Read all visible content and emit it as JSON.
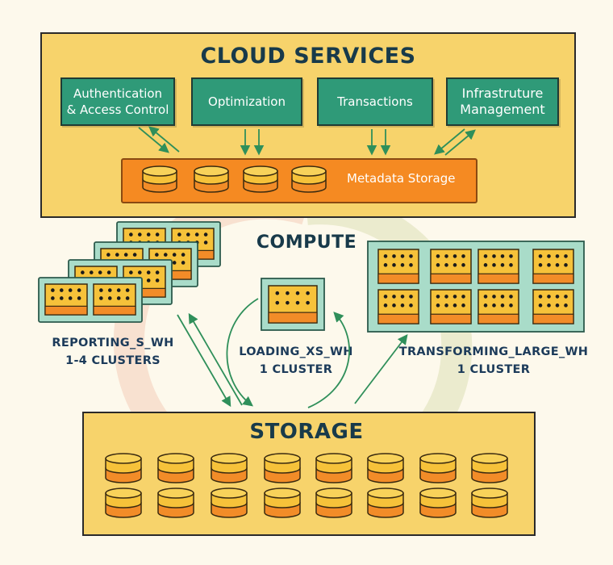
{
  "cloud_services": {
    "title": "CLOUD SERVICES",
    "services": [
      {
        "line1": "Authentication",
        "line2": "& Access Control"
      },
      {
        "line1": "Optimization",
        "line2": ""
      },
      {
        "line1": "Transactions",
        "line2": ""
      },
      {
        "line1": "Infrastruture",
        "line2": "Management"
      }
    ],
    "metadata_label": "Metadata Storage"
  },
  "compute": {
    "title": "COMPUTE",
    "warehouses": [
      {
        "name": "REPORTING_S_WH",
        "clusters": "1-4 CLUSTERS"
      },
      {
        "name": "LOADING_XS_WH",
        "clusters": "1 CLUSTER"
      },
      {
        "name": "TRANSFORMING_LARGE_WH",
        "clusters": "1 CLUSTER"
      }
    ]
  },
  "storage": {
    "title": "STORAGE"
  },
  "colors": {
    "panel": "#f7d36b",
    "service_box": "#2f9a78",
    "metadata_bar": "#f58a22",
    "compute_frame": "#a9dcc9",
    "arrow": "#2f8f5a",
    "title_text": "#183a4a"
  }
}
